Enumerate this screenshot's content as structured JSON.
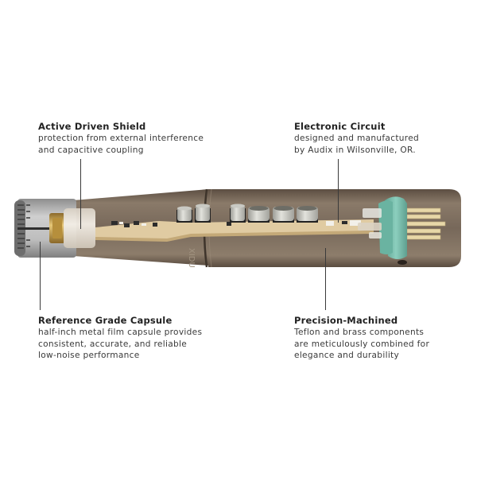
{
  "callouts": {
    "active_driven_shield": {
      "title": "Active Driven Shield",
      "description": "protection from external interference\nand capacitive coupling"
    },
    "electronic_circuit": {
      "title": "Electronic Circuit",
      "description": "designed and manufactured\nby Audix in Wilsonville, OR."
    },
    "reference_grade_capsule": {
      "title": "Reference Grade Capsule",
      "description": "half-inch metal film capsule provides\nconsistent, accurate, and reliable\nlow-noise performance"
    },
    "precision_machined": {
      "title": "Precision-Machined",
      "description": "Teflon and brass components\nare meticulously combined for\nelegance and durability"
    }
  },
  "product": {
    "body_engraving": "AUDIX",
    "colors": {
      "body": "#7a6a5a",
      "body_dark": "#5e5044",
      "capsule": "#b8b8b8",
      "teflon": "#ece6dc",
      "brass": "#c9a44a",
      "pcb": "#d9c39a",
      "xlr_insert": "#7fc1b0",
      "pins": "#e6d6a8",
      "leader_line": "#3a3a3a"
    }
  }
}
